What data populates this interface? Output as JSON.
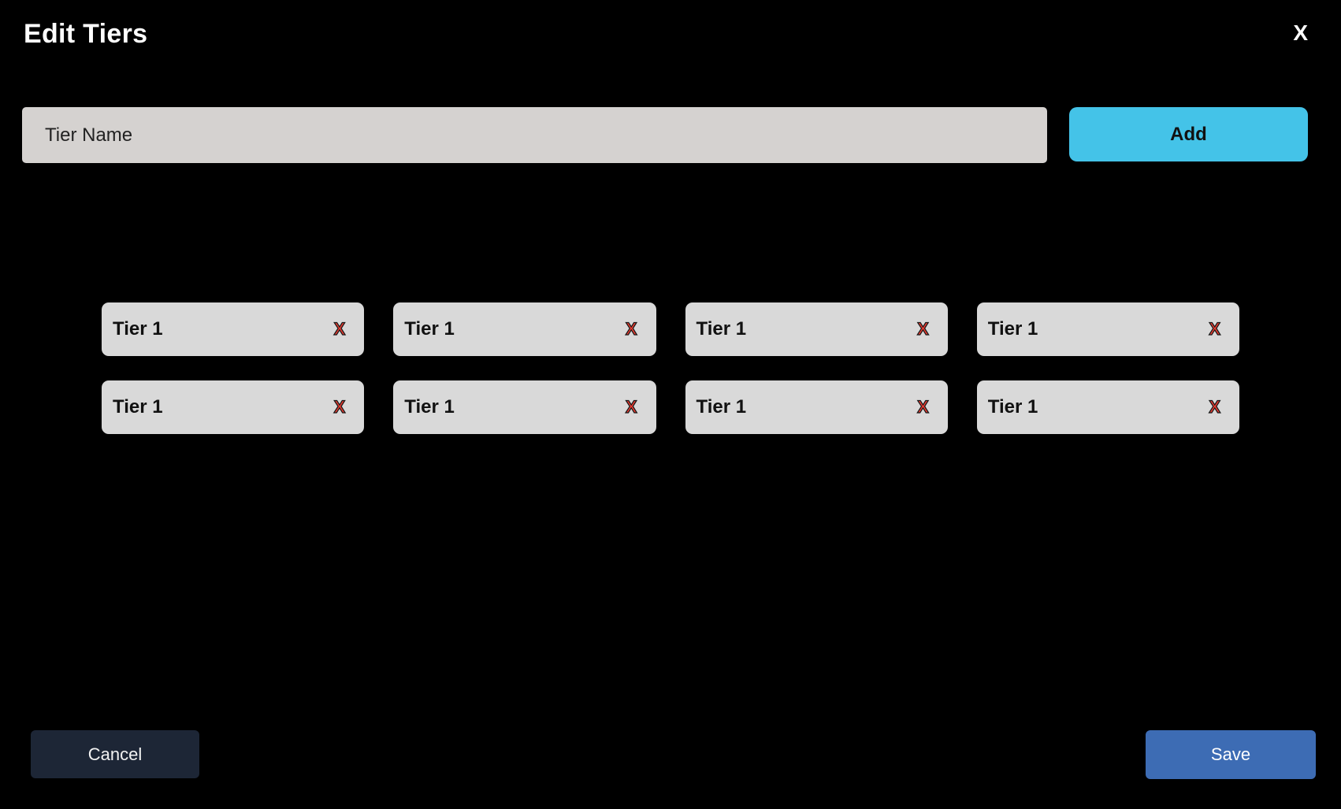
{
  "modal": {
    "title": "Edit Tiers",
    "close_label": "X"
  },
  "tier_form": {
    "input_placeholder": "Tier Name",
    "add_label": "Add"
  },
  "tiers": [
    {
      "name": "Tier 1",
      "remove_label": "X"
    },
    {
      "name": "Tier 1",
      "remove_label": "X"
    },
    {
      "name": "Tier 1",
      "remove_label": "X"
    },
    {
      "name": "Tier 1",
      "remove_label": "X"
    },
    {
      "name": "Tier 1",
      "remove_label": "X"
    },
    {
      "name": "Tier 1",
      "remove_label": "X"
    },
    {
      "name": "Tier 1",
      "remove_label": "X"
    },
    {
      "name": "Tier 1",
      "remove_label": "X"
    }
  ],
  "footer": {
    "cancel_label": "Cancel",
    "save_label": "Save"
  },
  "colors": {
    "background": "#000000",
    "input_bg": "#d5d2d0",
    "chip_bg": "#d9d9d9",
    "add_bg": "#44c3e8",
    "cancel_bg": "#1d2636",
    "save_bg": "#3d6cb4",
    "remove_x": "#f03b30",
    "text_dark": "#111111",
    "text_light": "#f2f2f2"
  }
}
